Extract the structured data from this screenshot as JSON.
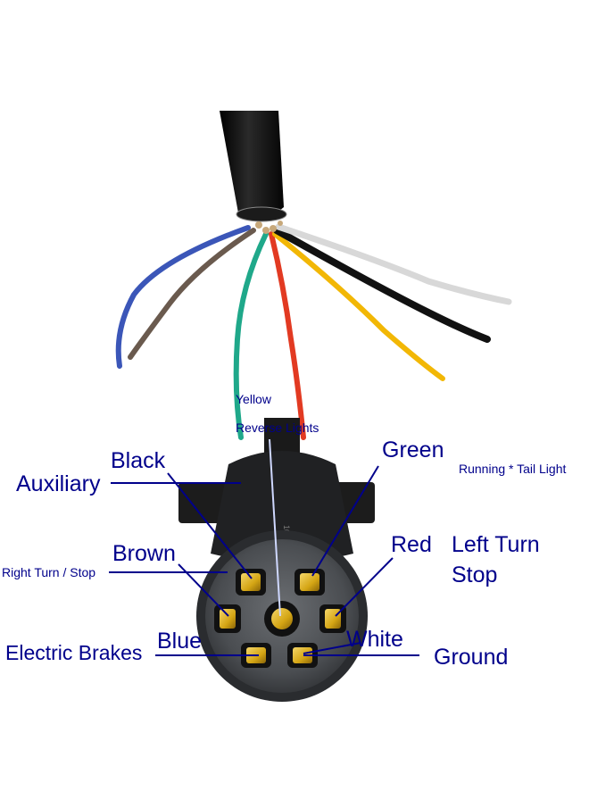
{
  "wire_colors": {
    "black_sheath": "#141414",
    "blue": "#3b56b8",
    "brown": "#6a5a4e",
    "green": "#1fa88a",
    "red": "#e23a22",
    "yellow": "#f2b705",
    "black": "#111111",
    "white": "#e8e8e8"
  },
  "label_color": "#00008b",
  "labels": {
    "yellow": "Yellow",
    "reverse_lights": "Reverse Lights",
    "black": "Black",
    "auxiliary": "Auxiliary",
    "green": "Green",
    "running_tail_light": "Running * Tail Light",
    "brown": "Brown",
    "right_turn_stop": "Right Turn / Stop",
    "red": "Red",
    "left_turn": "Left Turn",
    "stop": "Stop",
    "blue": "Blue",
    "electric_brakes": "Electric Brakes",
    "white": "White",
    "ground": "Ground"
  },
  "connector": {
    "pin_count": 7,
    "body_color": "#3a3c40",
    "pin_color": "#d4a514"
  }
}
